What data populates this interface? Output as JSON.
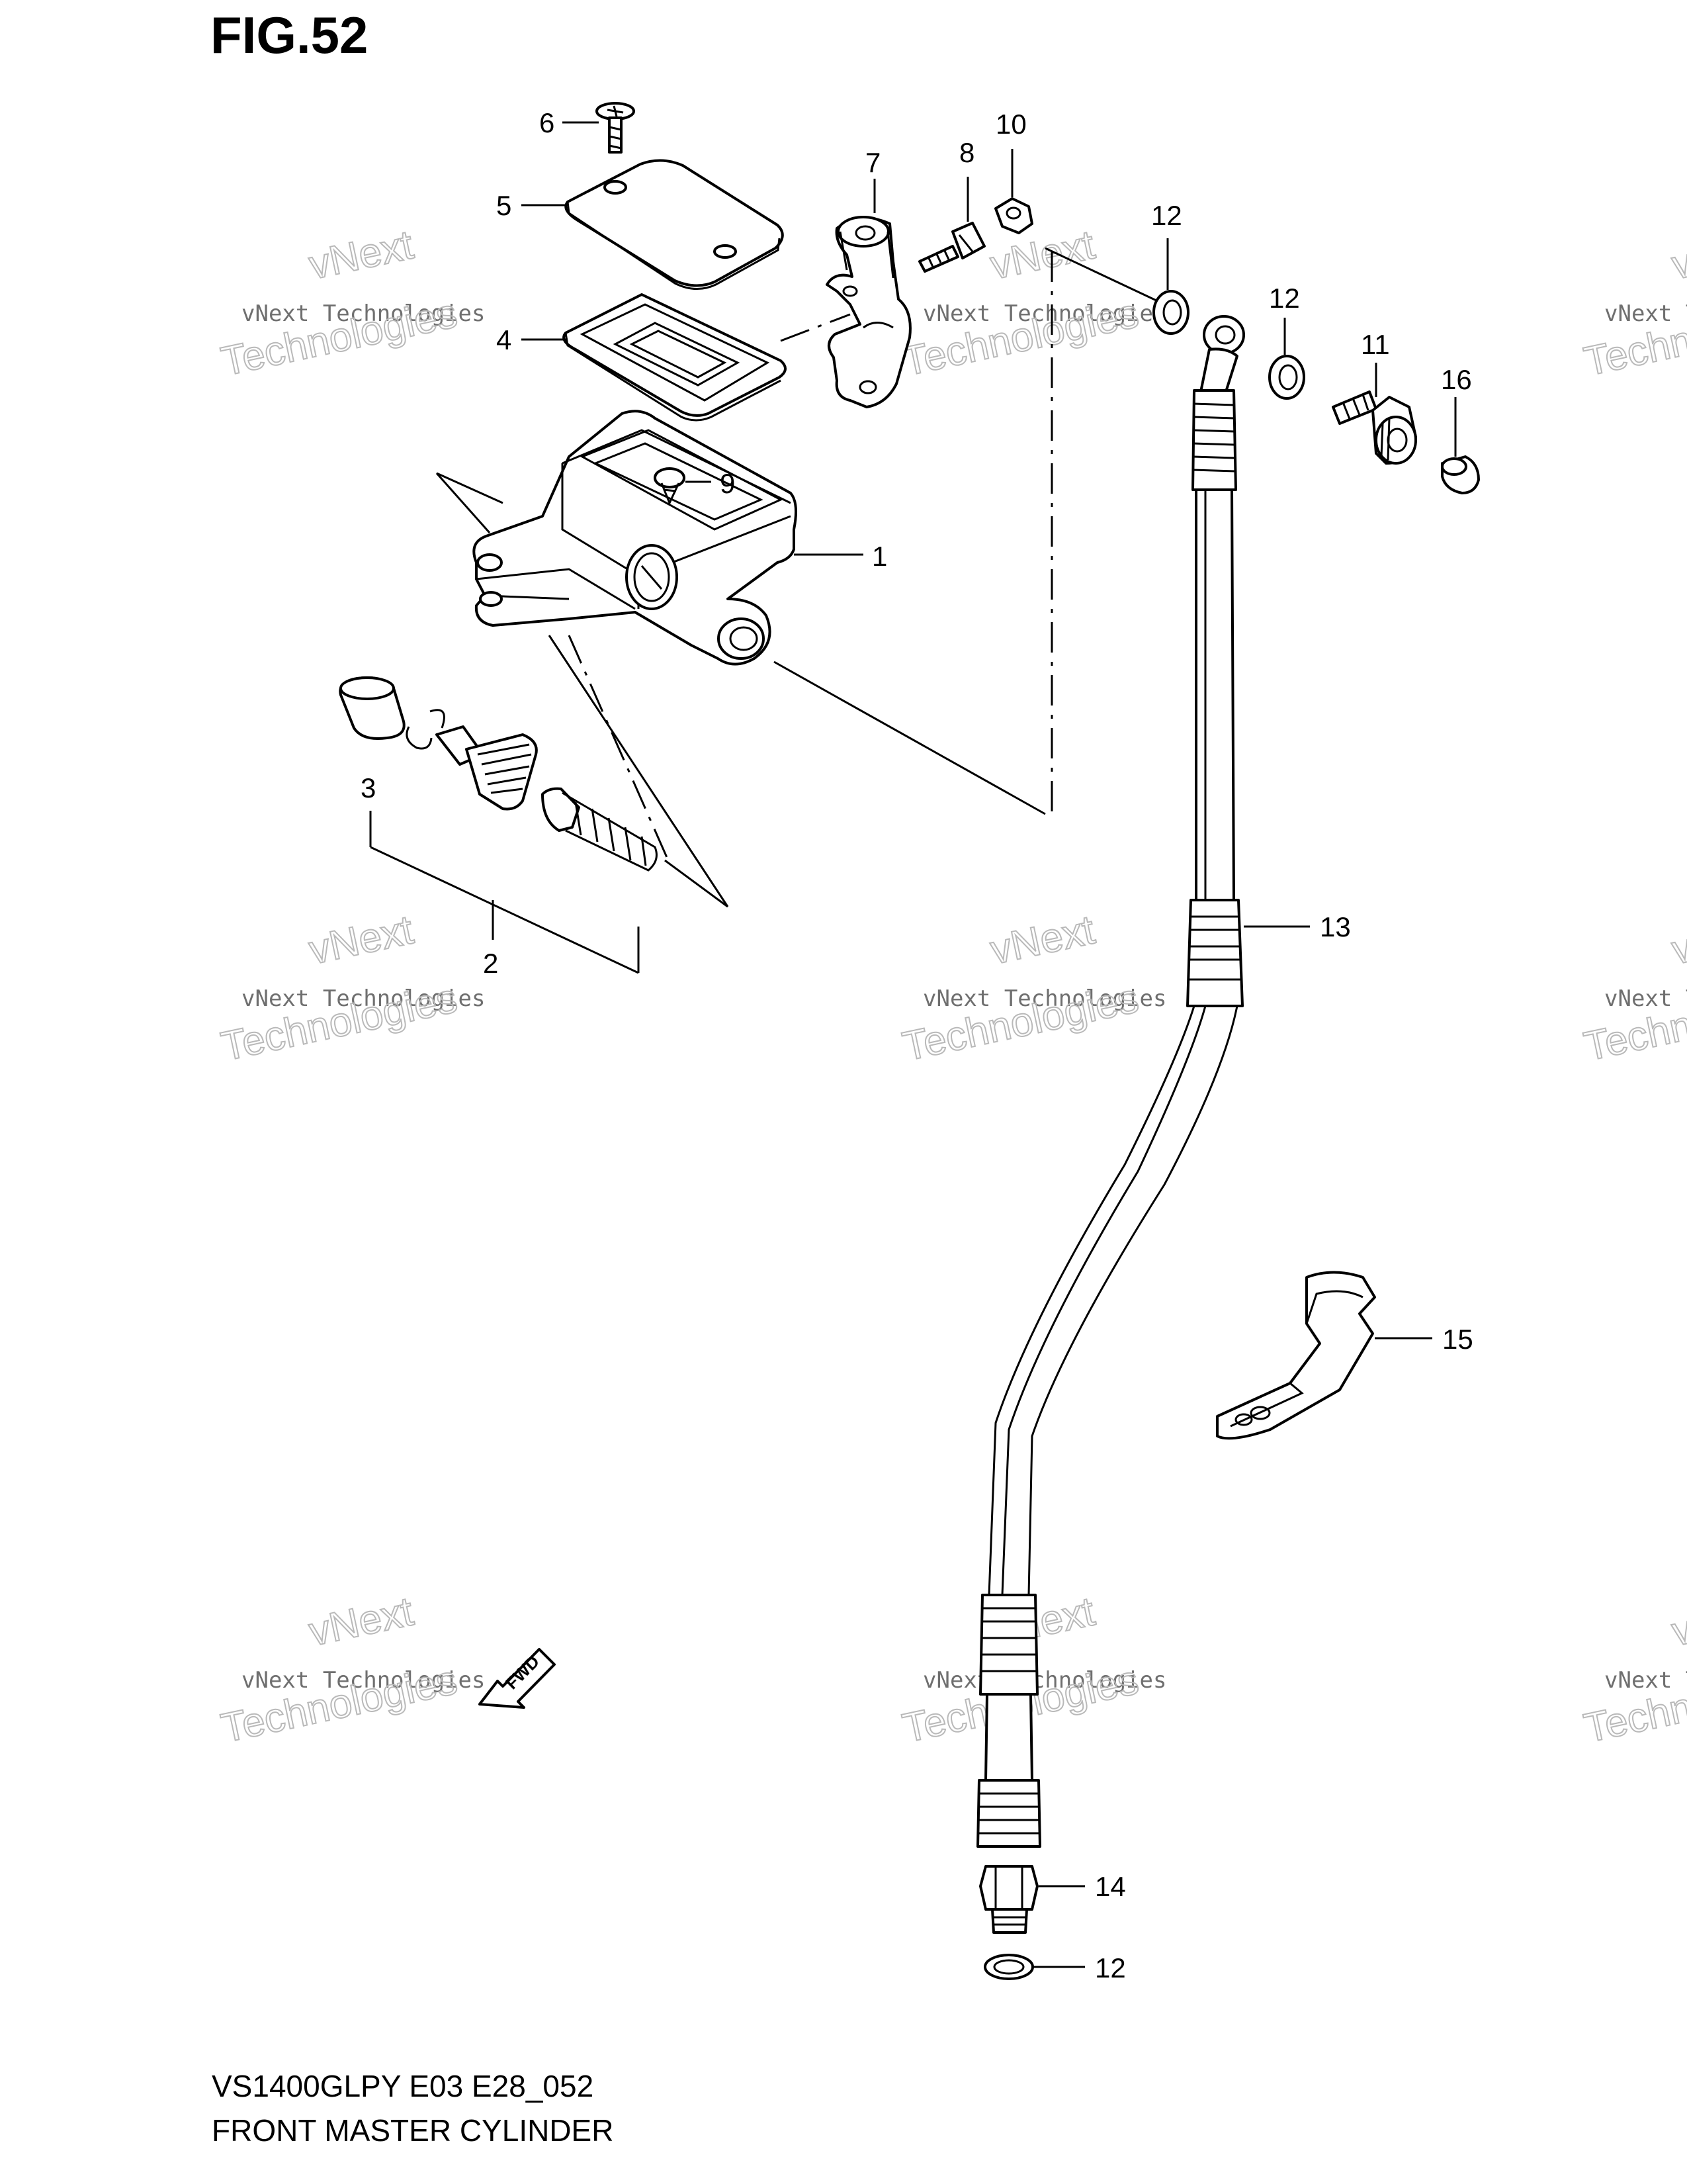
{
  "figure_title": "FIG.52",
  "model_code": "VS1400GLPY E03 E28_052",
  "figure_name": "FRONT MASTER CYLINDER",
  "callouts": [
    "1",
    "2",
    "3",
    "4",
    "5",
    "6",
    "7",
    "8",
    "9",
    "10",
    "11",
    "12",
    "12",
    "12",
    "13",
    "14",
    "15",
    "16"
  ],
  "fwd_label": "FWD",
  "watermark": {
    "line1": "vNext Technologies",
    "line2": "vNext",
    "line3": "Technologies"
  }
}
